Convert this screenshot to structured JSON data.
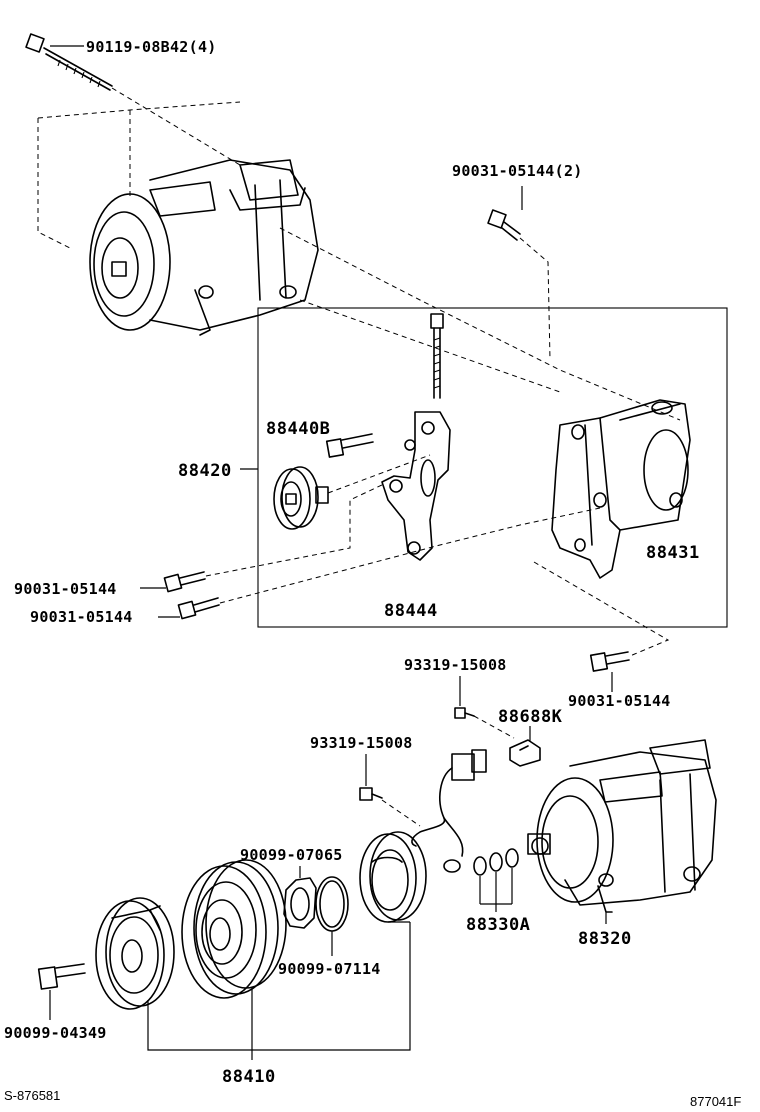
{
  "labels": {
    "bolt_top": "90119-08B42(4)",
    "bolt_small_top": "90031-05144(2)",
    "bracket_assy": "88420",
    "idler": "88440B",
    "bracket_left": "88444",
    "bracket_right": "88431",
    "bolt_left_1": "90031-05144",
    "bolt_left_2": "90031-05144",
    "bolt_right": "90031-05144",
    "screw_upper": "93319-15008",
    "screw_lower": "93319-15008",
    "clip": "88688K",
    "snap_ring_1": "90099-07065",
    "snap_ring_2": "90099-07114",
    "shims": "88330A",
    "compressor": "88320",
    "bolt_hub": "90099-04349",
    "clutch_assy": "88410"
  },
  "footer": {
    "left_code": "S-876581",
    "right_code": "877041F"
  }
}
